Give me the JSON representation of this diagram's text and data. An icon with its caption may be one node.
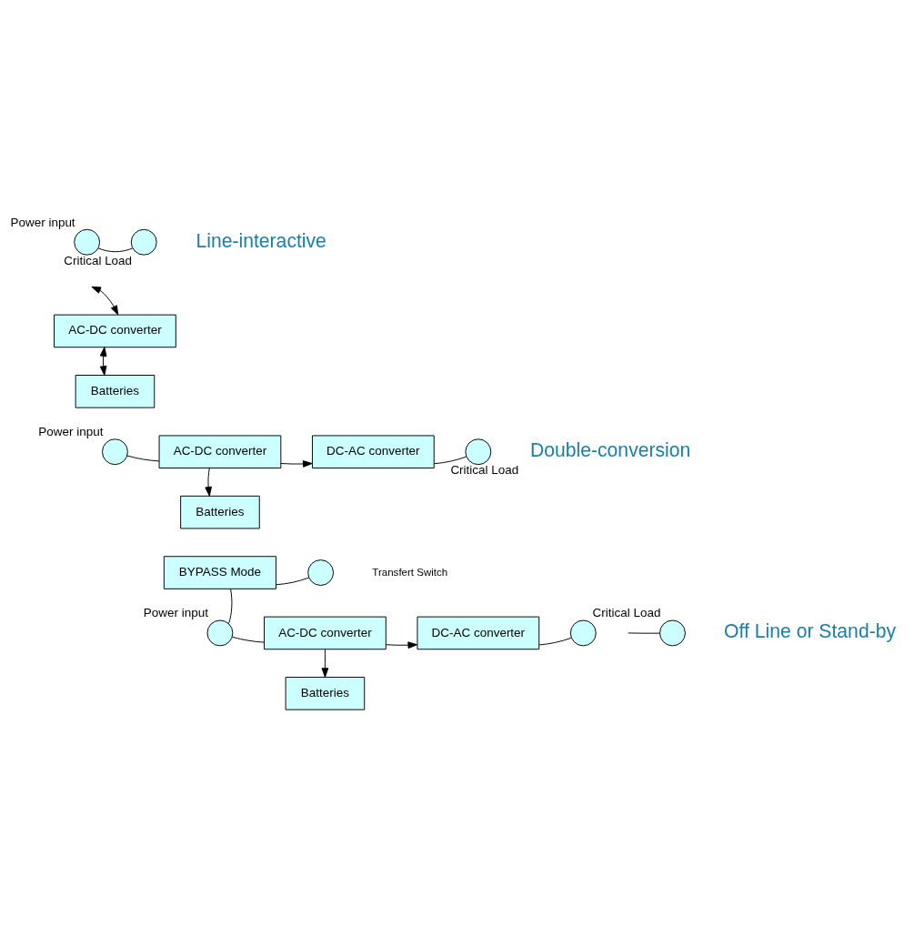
{
  "diagram": {
    "nodes": [
      {
        "text": [],
        "shape": "circle",
        "beside": [
          "Power input"
        ]
      },
      {
        "text": [],
        "shape": "circle",
        "beside": [
          "Critical Load"
        ]
      },
      {
        "text": [
          "AC-DC converter"
        ]
      },
      {
        "text": [
          "Batteries"
        ]
      },
      {
        "text": [],
        "shape": "circle",
        "beside": [
          "Power input"
        ]
      },
      {
        "text": [
          "AC-DC converter"
        ]
      },
      {
        "text": [
          "DC-AC converter"
        ]
      },
      {
        "text": [],
        "shape": "circle",
        "beside": [
          "Critical Load"
        ]
      },
      {
        "text": [
          "Batteries"
        ]
      },
      {
        "text": [],
        "shape": "circle",
        "beside": [
          "Power input"
        ]
      },
      {
        "text": [
          "BYPASS Mode"
        ]
      },
      {
        "text": [],
        "shape": "circle"
      },
      {
        "text": [],
        "shape": "circle",
        "beside": [
          "Critical Load"
        ]
      },
      {
        "text": [
          "AC-DC converter"
        ]
      },
      {
        "text": [
          "DC-AC converter"
        ]
      },
      {
        "text": [],
        "shape": "circle"
      },
      {
        "text": [
          "Batteries"
        ]
      }
    ],
    "edges": [
      {
        "from": 0,
        "to": 1,
        "arrow": "none"
      },
      {
        "from": 2,
        "to": null,
        "arrow": "both"
      },
      {
        "from": 2,
        "to": 3,
        "arrow": "both"
      },
      {
        "from": 4,
        "to": 5,
        "arrow": "none"
      },
      {
        "from": 5,
        "to": 6,
        "arrow": "to"
      },
      {
        "from": 5,
        "to": 8,
        "arrow": "to"
      },
      {
        "from": 6,
        "to": 7,
        "arrow": "none"
      },
      {
        "from": 9,
        "to": 10,
        "arrow": "none"
      },
      {
        "from": 9,
        "to": 13,
        "arrow": "none"
      },
      {
        "from": 10,
        "to": 11,
        "arrow": "none"
      },
      {
        "from": null,
        "to": 12,
        "arrow": "none"
      },
      {
        "from": 13,
        "to": 14,
        "arrow": "to"
      },
      {
        "from": 13,
        "to": 16,
        "arrow": "to"
      },
      {
        "from": 14,
        "to": 15,
        "arrow": "none"
      }
    ],
    "labels": [
      "Line-interactive",
      "Double-conversion",
      "Transfert Switch",
      "Off Line or Stand-by"
    ]
  }
}
